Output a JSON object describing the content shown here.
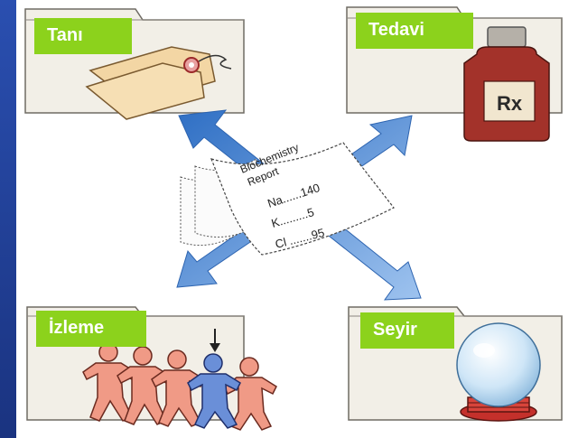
{
  "labels": {
    "tani": "Tanı",
    "tedavi": "Tedavi",
    "izleme": "İzleme",
    "seyir": "Seyir"
  },
  "report": {
    "title_line1": "Biochemistry",
    "title_line2": "Report",
    "row1": "Na......140",
    "row2": "K.........5",
    "row3": "Cl .......95"
  },
  "bottle": {
    "label": "Rx"
  },
  "colors": {
    "slide_background": "#1d3a8c",
    "label_green": "#8cd21c",
    "arrow_blue": "#4a86cf",
    "folder_fill": "#f2efe7",
    "tag_fill": "#f3d6a4",
    "bottle_red": "#a3322a",
    "people_salmon": "#f09a86",
    "person_blue": "#6a8fd8",
    "crystal_ball": "#cfe6f7",
    "ball_stand": "#c4302b"
  }
}
